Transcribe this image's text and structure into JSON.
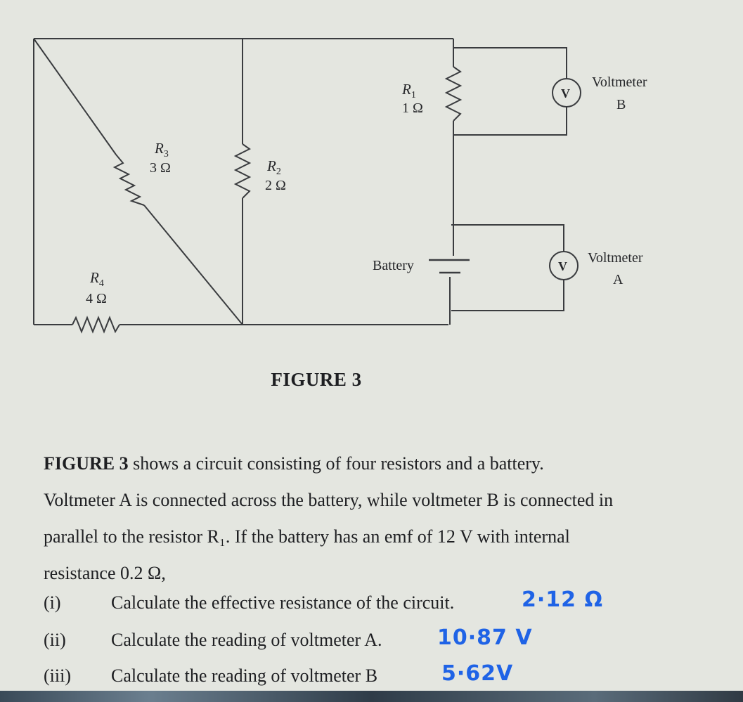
{
  "figure": {
    "caption": "FIGURE 3",
    "components": {
      "r1": {
        "symbol": "R",
        "sub": "1",
        "value": "1 Ω"
      },
      "r2": {
        "symbol": "R",
        "sub": "2",
        "value": "2 Ω"
      },
      "r3": {
        "symbol": "R",
        "sub": "3",
        "value": "3 Ω"
      },
      "r4": {
        "symbol": "R",
        "sub": "4",
        "value": "4 Ω"
      },
      "battery": "Battery",
      "voltmeter_symbol": "V",
      "voltmeter_a": {
        "line1": "Voltmeter",
        "line2": "A"
      },
      "voltmeter_b": {
        "line1": "Voltmeter",
        "line2": "B"
      }
    }
  },
  "problem": {
    "figure_ref": "FIGURE 3",
    "line1_rest": " shows a circuit consisting of four resistors and a battery.",
    "line2": "Voltmeter A is connected across the battery, while voltmeter B is connected in",
    "line3": "parallel to the resistor R₁. If the battery has an emf of 12 V with internal",
    "line4": "resistance 0.2 Ω,",
    "questions": [
      {
        "num": "(i)",
        "text": "Calculate the effective resistance of the circuit.",
        "answer": "2·12 Ω"
      },
      {
        "num": "(ii)",
        "text": "Calculate the reading of voltmeter A.",
        "answer": "10·87 V"
      },
      {
        "num": "(iii)",
        "text": "Calculate the reading of voltmeter B",
        "answer": "5·62V"
      }
    ]
  }
}
